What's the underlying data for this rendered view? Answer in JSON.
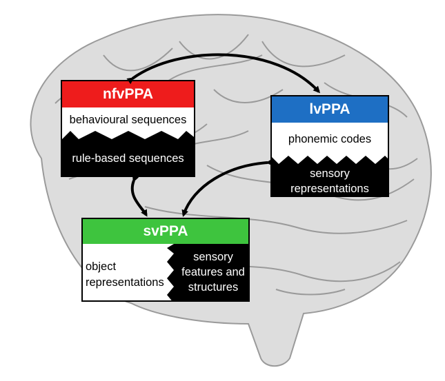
{
  "colors": {
    "nfv_header": "#ee1c1c",
    "lv_header": "#1e6fc4",
    "sv_header": "#3ec43e",
    "brain_fill": "#d2d2d2",
    "brain_stroke": "#9a9a9a"
  },
  "nfvppa": {
    "title": "nfvPPA",
    "upper": "behavioural sequences",
    "lower": "rule-based sequences"
  },
  "lvppa": {
    "title": "lvPPA",
    "upper": "phonemic codes",
    "lower_line1": "sensory",
    "lower_line2": "representations"
  },
  "svppa": {
    "title": "svPPA",
    "left_line1": "object",
    "left_line2": "representations",
    "right_line1": "sensory",
    "right_line2": "features and",
    "right_line3": "structures"
  }
}
